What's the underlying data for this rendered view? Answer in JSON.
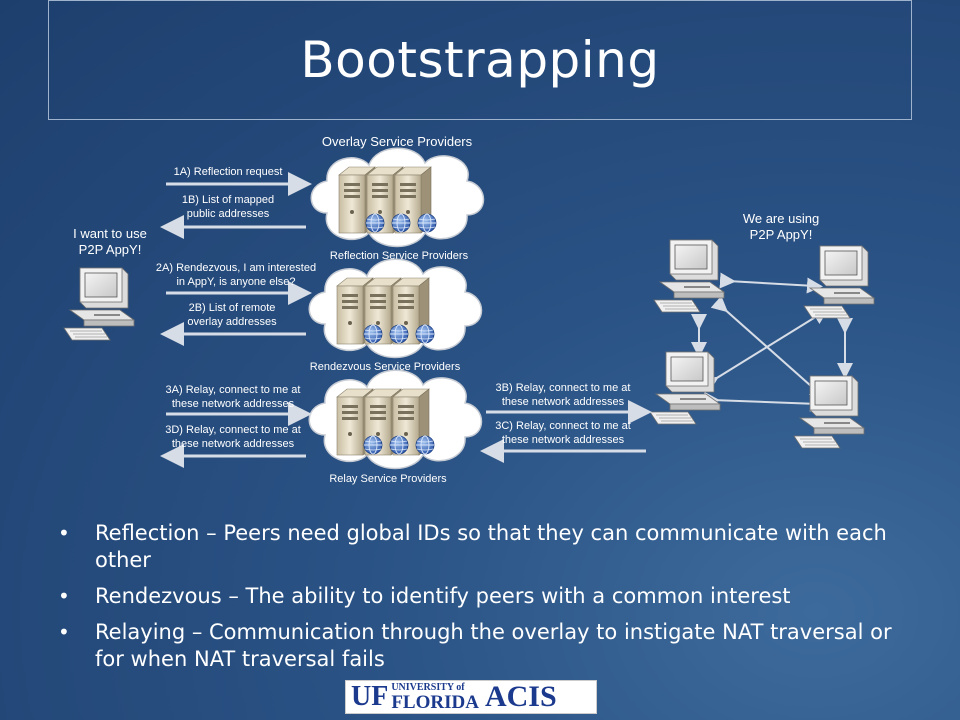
{
  "slide": {
    "title": "Bootstrapping"
  },
  "diagram": {
    "overlay_header": "Overlay Service Providers",
    "clouds": {
      "reflection": "Reflection Service Providers",
      "rendezvous": "Rendezvous Service Providers",
      "relay": "Relay Service Providers"
    },
    "left_peer_caption": [
      "I want to use",
      "P2P AppY!"
    ],
    "right_peer_caption": [
      "We are using",
      "P2P AppY!"
    ],
    "arrows": {
      "a1a": [
        "1A) Reflection request"
      ],
      "a1b": [
        "1B) List of mapped",
        "public addresses"
      ],
      "a2a": [
        "2A) Rendezvous, I am interested",
        "in AppY, is anyone else?"
      ],
      "a2b": [
        "2B) List of remote",
        "overlay addresses"
      ],
      "a3a": [
        "3A) Relay, connect to me at",
        "these network addresses"
      ],
      "a3d": [
        "3D) Relay, connect to me at",
        "these network addresses"
      ],
      "a3b": [
        "3B) Relay, connect to me at",
        "these network addresses"
      ],
      "a3c": [
        "3C) Relay, connect to me at",
        "these network addresses"
      ]
    }
  },
  "bullets": [
    "Reflection – Peers need global IDs so that they can communicate with each other",
    "Rendezvous – The ability to identify peers with a common interest",
    "Relaying – Communication through the overlay to instigate NAT traversal or for when NAT traversal fails"
  ],
  "logo": {
    "uf": "UF",
    "univ_top": "UNIVERSITY of",
    "univ_bottom": "FLORIDA",
    "acis": "ACIS"
  }
}
